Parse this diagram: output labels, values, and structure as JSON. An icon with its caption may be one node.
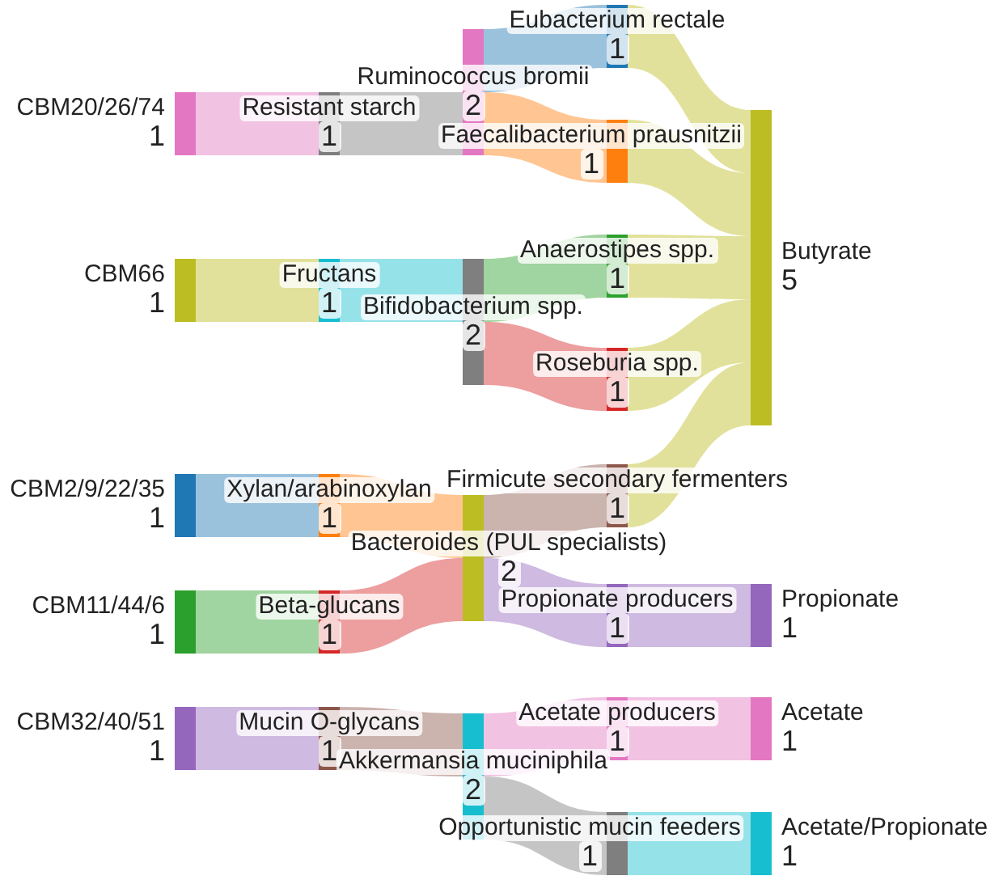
{
  "diagram": {
    "nodes": [
      {
        "text": [
          "CBM20/26/74",
          "1"
        ]
      },
      {
        "text": [
          "CBM66",
          "1"
        ]
      },
      {
        "text": [
          "CBM2/9/22/35",
          "1"
        ]
      },
      {
        "text": [
          "CBM11/44/6",
          "1"
        ]
      },
      {
        "text": [
          "CBM32/40/51",
          "1"
        ]
      },
      {
        "text": [
          "Resistant starch",
          "1"
        ]
      },
      {
        "text": [
          "Fructans",
          "1"
        ]
      },
      {
        "text": [
          "Xylan/arabinoxylan",
          "1"
        ]
      },
      {
        "text": [
          "Beta-glucans",
          "1"
        ]
      },
      {
        "text": [
          "Mucin O-glycans",
          "1"
        ]
      },
      {
        "text": [
          "Ruminococcus bromii",
          "2"
        ]
      },
      {
        "text": [
          "Bifidobacterium spp.",
          "2"
        ]
      },
      {
        "text": [
          "Bacteroides (PUL specialists)",
          "2"
        ]
      },
      {
        "text": [
          "Akkermansia muciniphila",
          "2"
        ]
      },
      {
        "text": [
          "Eubacterium rectale",
          "1"
        ]
      },
      {
        "text": [
          "Faecalibacterium prausnitzii",
          "1"
        ]
      },
      {
        "text": [
          "Anaerostipes spp.",
          "1"
        ]
      },
      {
        "text": [
          "Roseburia spp.",
          "1"
        ]
      },
      {
        "text": [
          "Firmicute secondary fermenters",
          "1"
        ]
      },
      {
        "text": [
          "Propionate producers",
          "1"
        ]
      },
      {
        "text": [
          "Acetate producers",
          "1"
        ]
      },
      {
        "text": [
          "Opportunistic mucin feeders",
          "1"
        ]
      },
      {
        "text": [
          "Butyrate",
          "5"
        ]
      },
      {
        "text": [
          "Propionate",
          "1"
        ]
      },
      {
        "text": [
          "Acetate",
          "1"
        ]
      },
      {
        "text": [
          "Acetate/Propionate",
          "1"
        ]
      }
    ],
    "edges": [
      {
        "from": 0,
        "to": 5,
        "arrow": "none",
        "color": "#e377c2"
      },
      {
        "from": 1,
        "to": 6,
        "arrow": "none",
        "color": "#bcbd22"
      },
      {
        "from": 2,
        "to": 7,
        "arrow": "none",
        "color": "#1f77b4"
      },
      {
        "from": 3,
        "to": 8,
        "arrow": "none",
        "color": "#2ca02c"
      },
      {
        "from": 4,
        "to": 9,
        "arrow": "none",
        "color": "#9467bd"
      },
      {
        "from": 5,
        "to": 10,
        "arrow": "none",
        "color": "#7f7f7f"
      },
      {
        "from": 6,
        "to": 11,
        "arrow": "none",
        "color": "#17becf"
      },
      {
        "from": 7,
        "to": 12,
        "arrow": "none",
        "color": "#ff7f0e"
      },
      {
        "from": 8,
        "to": 12,
        "arrow": "none",
        "color": "#d62728"
      },
      {
        "from": 9,
        "to": 13,
        "arrow": "none",
        "color": "#8c564b"
      },
      {
        "from": 10,
        "to": 14,
        "arrow": "none",
        "color": "#1f77b4"
      },
      {
        "from": 10,
        "to": 15,
        "arrow": "none",
        "color": "#ff7f0e"
      },
      {
        "from": 11,
        "to": 16,
        "arrow": "none",
        "color": "#2ca02c"
      },
      {
        "from": 11,
        "to": 17,
        "arrow": "none",
        "color": "#d62728"
      },
      {
        "from": 12,
        "to": 18,
        "arrow": "none",
        "color": "#8c564b"
      },
      {
        "from": 12,
        "to": 19,
        "arrow": "none",
        "color": "#9467bd"
      },
      {
        "from": 13,
        "to": 20,
        "arrow": "none",
        "color": "#e377c2"
      },
      {
        "from": 13,
        "to": 21,
        "arrow": "none",
        "color": "#7f7f7f"
      },
      {
        "from": 14,
        "to": 22,
        "arrow": "none",
        "color": "#bcbd22"
      },
      {
        "from": 15,
        "to": 22,
        "arrow": "none",
        "color": "#bcbd22"
      },
      {
        "from": 16,
        "to": 22,
        "arrow": "none",
        "color": "#bcbd22"
      },
      {
        "from": 17,
        "to": 22,
        "arrow": "none",
        "color": "#bcbd22"
      },
      {
        "from": 18,
        "to": 22,
        "arrow": "none",
        "color": "#bcbd22"
      },
      {
        "from": 19,
        "to": 23,
        "arrow": "none",
        "color": "#9467bd"
      },
      {
        "from": 20,
        "to": 24,
        "arrow": "none",
        "color": "#e377c2"
      },
      {
        "from": 21,
        "to": 25,
        "arrow": "none",
        "color": "#17becf"
      }
    ]
  }
}
